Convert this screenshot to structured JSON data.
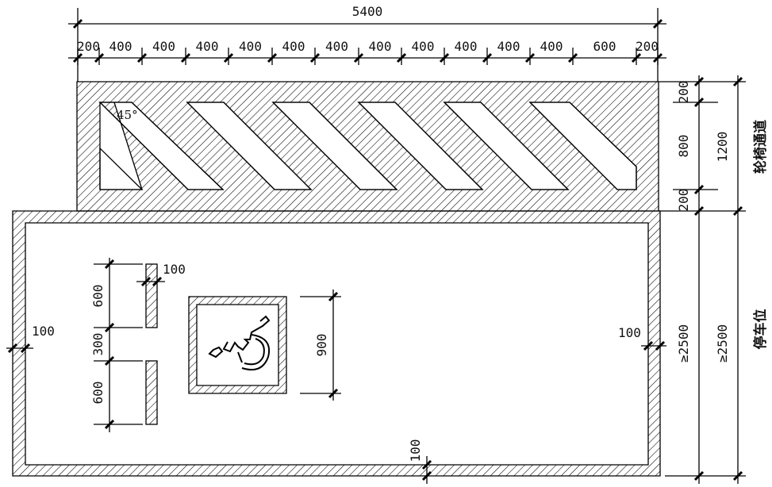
{
  "top_dimensions": {
    "overall": "5400",
    "segments": [
      "200",
      "400",
      "400",
      "400",
      "400",
      "400",
      "400",
      "400",
      "400",
      "400",
      "400",
      "400",
      "600",
      "200"
    ]
  },
  "right_dimensions": {
    "top_border": "200",
    "inner": "800",
    "bottom_border": "200",
    "aisle_total": "1200",
    "stall_inner": "≥2500",
    "stall_outer": "≥2500"
  },
  "labels": {
    "aisle": "轮椅通道",
    "stall": "停车位",
    "angle": "45°"
  },
  "stall_dimensions": {
    "line_width": "100",
    "dash_top": "600",
    "dash_gap": "300",
    "dash_bottom": "600",
    "left_border": "100",
    "right_border": "100",
    "bottom_border": "100",
    "symbol_size": "900"
  },
  "colors": {
    "ink": "#000000",
    "paper": "#ffffff"
  },
  "icons": [
    "wheelchair-icon"
  ]
}
